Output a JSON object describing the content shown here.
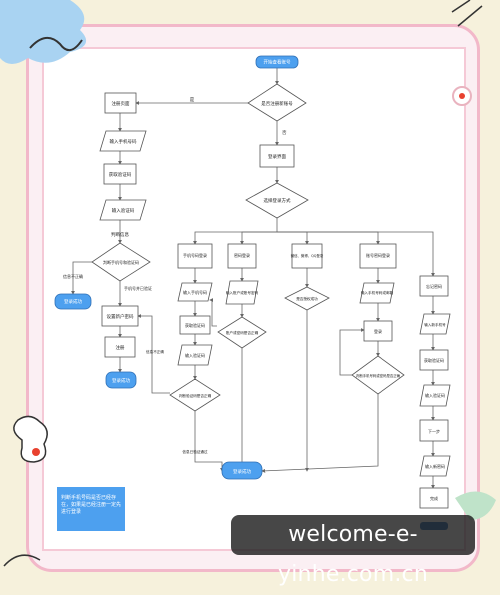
{
  "colors": {
    "terminal": "#4da0ef",
    "terminal_stroke": "#2f6fb5",
    "box_stroke": "#555555",
    "line": "#666666",
    "frame": "#f2b8c9",
    "note": "#4da0ef"
  },
  "nodes": {
    "start": "开始查看账号",
    "check_reg": "是否注册新账号",
    "yes_label": "是",
    "no_label": "否",
    "reg_page": "注册页面",
    "input_phone": "输入手机号码",
    "get_code": "获取验证码",
    "input_code": "输入验证码",
    "judge_label": "判断信息",
    "judge_cond": "判断手机号和验证码",
    "end_left": "登录成功",
    "wrong_label": "信息不正确",
    "right_label": "手机号并已验证",
    "set_pwd": "设置新户密码",
    "click_reg": "注册",
    "end_left2": "登录成功",
    "login_page": "登录界面",
    "choose": "选择登录方式",
    "phone_login": "手机号码登录",
    "pwd_login": "密码登录",
    "third_login": "微信、微博、QQ登录",
    "account_login": "账号密码登录",
    "p1_input": "输入手机号码",
    "p1_get": "获取验证码",
    "p1_code": "输入验证码",
    "p1_cond": "判断验证码是否正确",
    "p2_input": "输入账户或账号密码",
    "p2_cond": "账户或密码是否正确",
    "p3_cond": "是否授权成功",
    "p4_input": "输入手机号码或邮箱",
    "p4_login": "登录",
    "p4_cond": "判断手机号码或密码是否正确",
    "forget": "忘记密码",
    "f_phone": "输入新手机号",
    "f_get": "获取验证码",
    "f_code": "输入验证码",
    "f_next": "下一步",
    "f_new": "输入新密码",
    "f_done": "完成",
    "end_center": "登录成功",
    "err_label": "信息不正确",
    "ok_label": "信息已验证通过"
  },
  "note_text": "判断手机号码是否已经存在，如果是已经注册一定先进行登录",
  "watermark": "welcome-e-yinhe.com.cn"
}
